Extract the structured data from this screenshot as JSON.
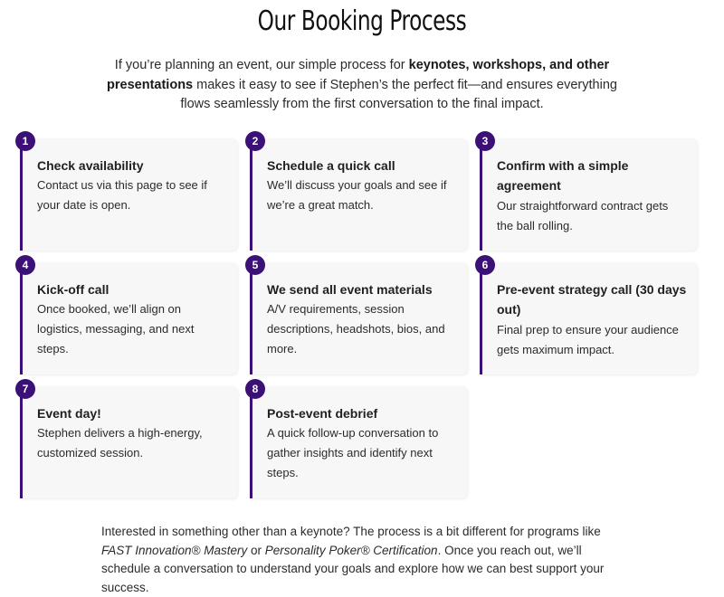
{
  "page": {
    "title": "Our Booking Process"
  },
  "intro": {
    "part1": "If you’re planning an event, our simple process for ",
    "bold": "keynotes, workshops, and other presentations",
    "part2": " makes it easy to see if Stephen’s the perfect fit—and ensures everything flows seamlessly from the first conversation to the final impact."
  },
  "steps": [
    {
      "number": "1",
      "title": "Check availability",
      "description": "Contact us via this page to see if your date is open."
    },
    {
      "number": "2",
      "title": "Schedule a quick call",
      "description": "We’ll discuss your goals and see if we’re a great match."
    },
    {
      "number": "3",
      "title": "Confirm with a simple agreement",
      "description": "Our straightforward contract gets the ball rolling."
    },
    {
      "number": "4",
      "title": "Kick-off call",
      "description": "Once booked, we’ll align on logistics, messaging, and next steps."
    },
    {
      "number": "5",
      "title": "We send all event materials",
      "description": "A/V requirements, session descriptions, headshots, bios, and more."
    },
    {
      "number": "6",
      "title": "Pre-event strategy call (30 days out)",
      "description": "Final prep to ensure your audience gets maximum impact."
    },
    {
      "number": "7",
      "title": "Event day!",
      "description": "Stephen delivers a high-energy, customized session."
    },
    {
      "number": "8",
      "title": "Post-event debrief",
      "description": "A quick follow-up conversation to gather insights and identify next steps."
    }
  ],
  "outro": {
    "part1": "Interested in something other than a keynote? The process is a bit different for programs like ",
    "italic1": "FAST Innovation® Mastery",
    "part2": " or ",
    "italic2": "Personality Poker® Certification",
    "part3": ". Once you reach out, we’ll schedule a conversation to understand your goals and explore how we can best support your success."
  },
  "colors": {
    "accent": "#3b1077",
    "card_background": "#f7f7f7"
  }
}
